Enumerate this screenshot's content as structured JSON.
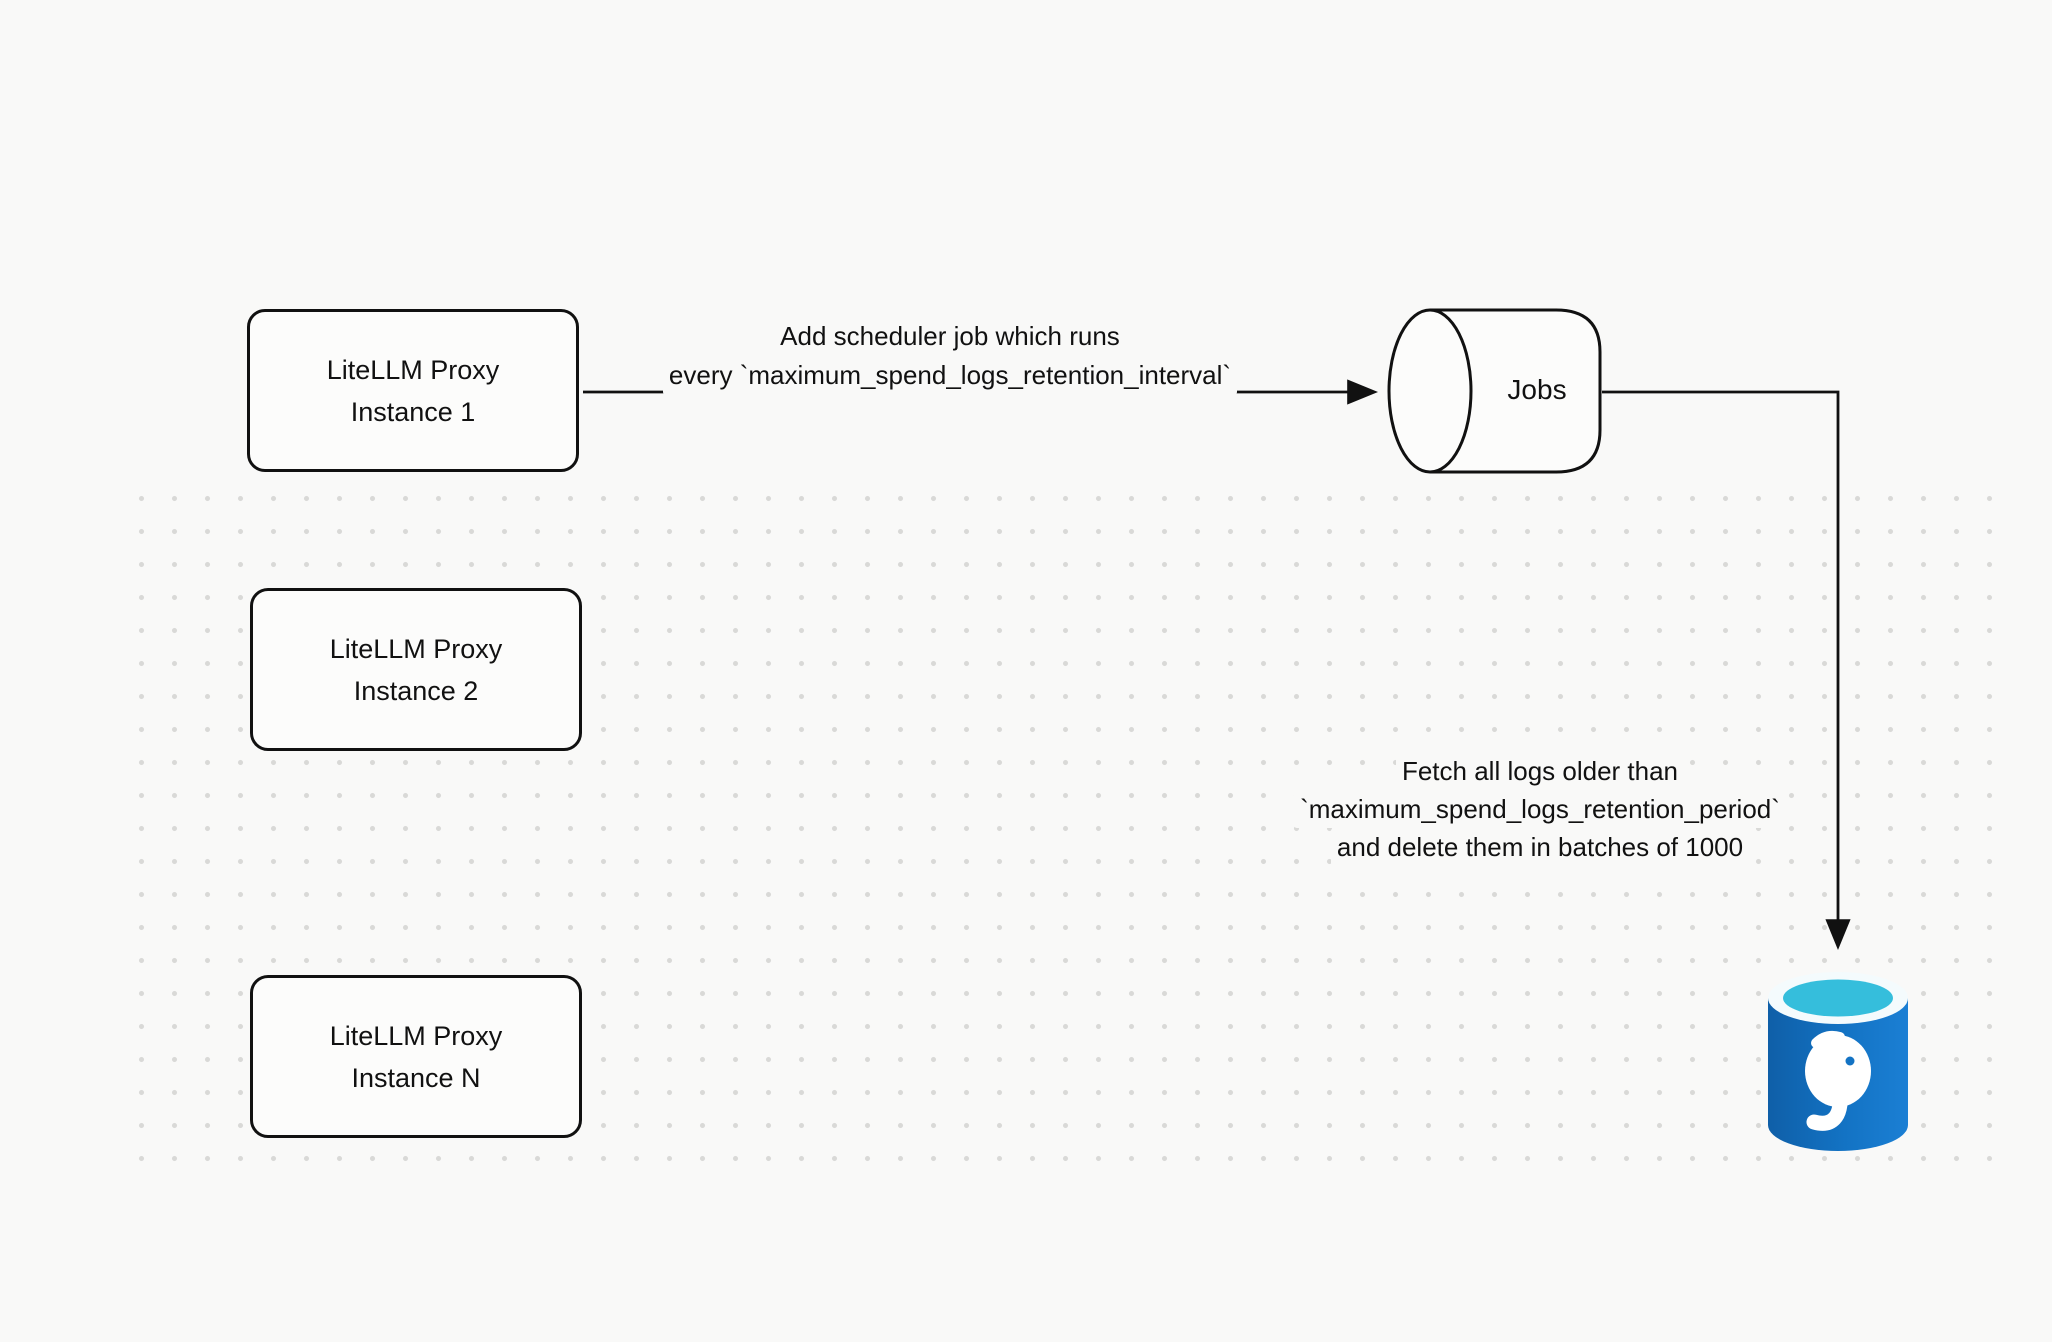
{
  "canvas": {
    "background": "#f9f9f8",
    "dot_color": "#d9d9d7",
    "stroke_color": "#111111"
  },
  "nodes": {
    "proxy_instance_1": {
      "line1": "LiteLLM Proxy",
      "line2": "Instance 1"
    },
    "proxy_instance_2": {
      "line1": "LiteLLM Proxy",
      "line2": "Instance 2"
    },
    "proxy_instance_n": {
      "line1": "LiteLLM Proxy",
      "line2": "Instance N"
    },
    "jobs_queue": {
      "label": "Jobs"
    },
    "postgres_db": {
      "icon": "postgresql-database-icon"
    }
  },
  "edges": {
    "add_scheduler": {
      "line1": "Add scheduler job which runs",
      "line2": "every `maximum_spend_logs_retention_interval`"
    },
    "fetch_delete": {
      "line1": "Fetch all logs older than",
      "line2": "`maximum_spend_logs_retention_period`",
      "line3": "and delete them in batches of 1000"
    }
  },
  "colors": {
    "db_body_blue_dark": "#0f5fa8",
    "db_body_blue_light": "#1b7fd4",
    "db_top_rim": "#f4fbfd",
    "db_top_inner": "#35bedc",
    "elephant": "#ffffff"
  }
}
